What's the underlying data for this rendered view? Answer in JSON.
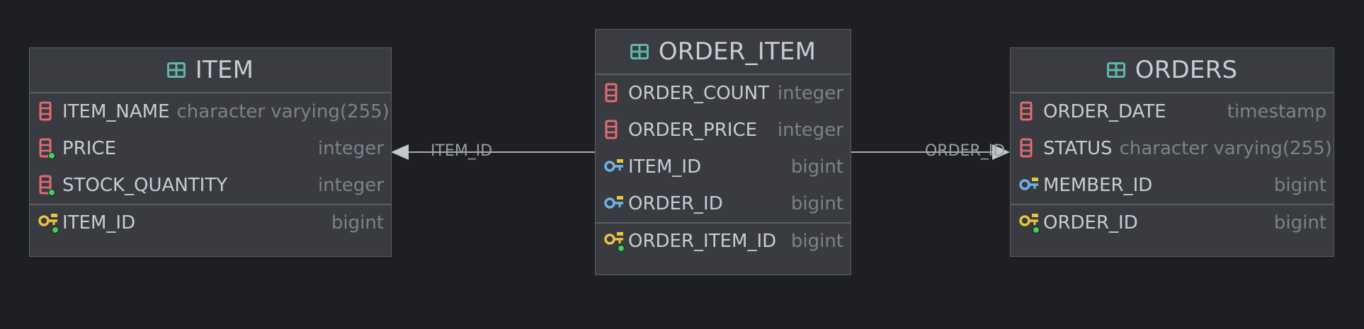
{
  "tables": {
    "item": {
      "title": "ITEM",
      "columns": [
        {
          "name": "ITEM_NAME",
          "type": "character varying(255)",
          "icon": "column-icon"
        },
        {
          "name": "PRICE",
          "type": "integer",
          "icon": "column-notnull-icon"
        },
        {
          "name": "STOCK_QUANTITY",
          "type": "integer",
          "icon": "column-notnull-icon"
        }
      ],
      "key": {
        "name": "ITEM_ID",
        "type": "bigint",
        "icon": "primary-key-icon"
      }
    },
    "order_item": {
      "title": "ORDER_ITEM",
      "columns": [
        {
          "name": "ORDER_COUNT",
          "type": "integer",
          "icon": "column-icon"
        },
        {
          "name": "ORDER_PRICE",
          "type": "integer",
          "icon": "column-icon"
        },
        {
          "name": "ITEM_ID",
          "type": "bigint",
          "icon": "foreign-key-icon"
        },
        {
          "name": "ORDER_ID",
          "type": "bigint",
          "icon": "foreign-key-icon"
        }
      ],
      "key": {
        "name": "ORDER_ITEM_ID",
        "type": "bigint",
        "icon": "primary-key-icon"
      }
    },
    "orders": {
      "title": "ORDERS",
      "columns": [
        {
          "name": "ORDER_DATE",
          "type": "timestamp",
          "icon": "column-icon"
        },
        {
          "name": "STATUS",
          "type": "character varying(255)",
          "icon": "column-icon"
        },
        {
          "name": "MEMBER_ID",
          "type": "bigint",
          "icon": "foreign-key-icon"
        }
      ],
      "key": {
        "name": "ORDER_ID",
        "type": "bigint",
        "icon": "primary-key-icon"
      }
    }
  },
  "relations": [
    {
      "label": "ITEM_ID",
      "from": "ORDER_ITEM",
      "to": "ITEM"
    },
    {
      "label": "ORDER_ID",
      "from": "ORDER_ITEM",
      "to": "ORDERS"
    }
  ],
  "colors": {
    "background": "#1e1f22",
    "table_bg": "#393b40",
    "border": "#5b5e63",
    "text": "#c9ccd2",
    "type_text": "#7e8187",
    "column_icon": "#e06c75",
    "foreign_key_icon": "#6fb3e6",
    "primary_key_icon": "#e8c441",
    "notnull_dot": "#3fcf5a",
    "table_icon": "#5fb8a7"
  }
}
